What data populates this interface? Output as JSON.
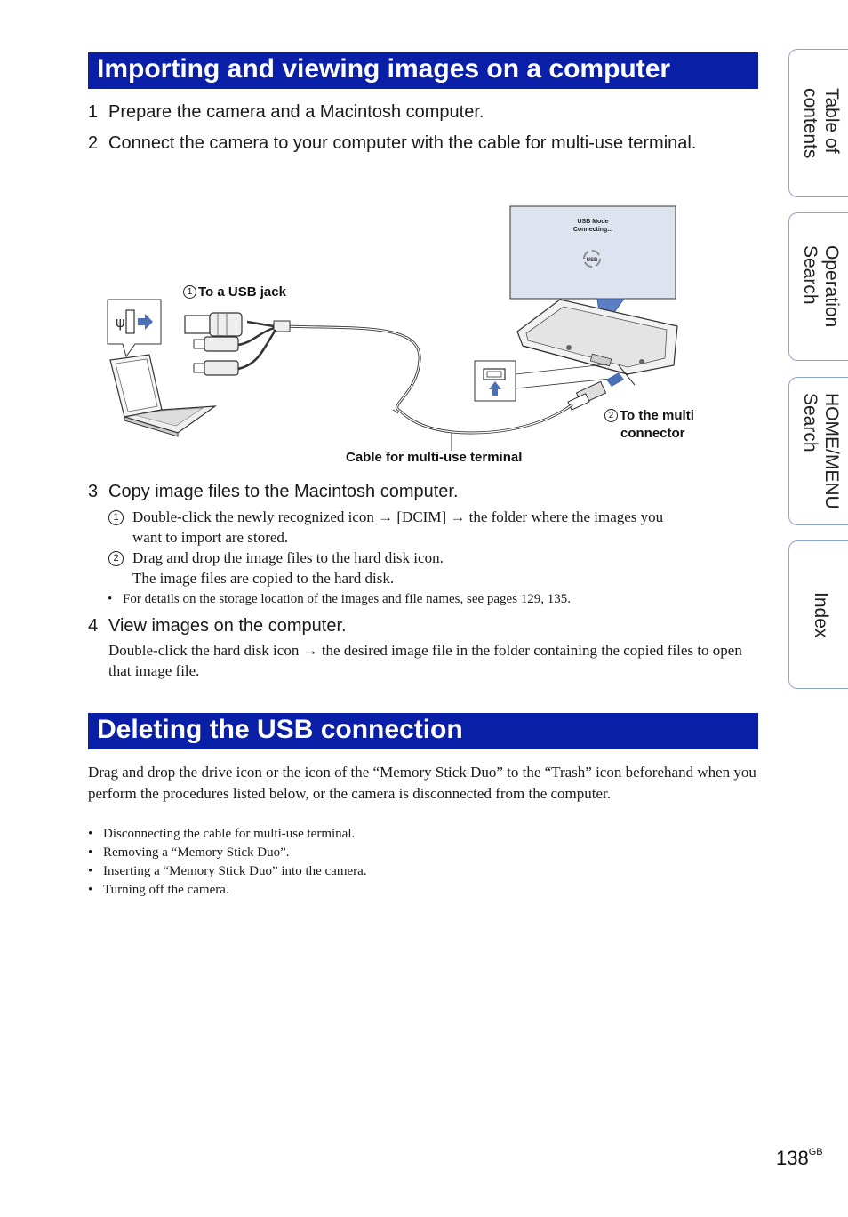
{
  "section1": {
    "title": "Importing and viewing images on a computer",
    "steps": [
      {
        "num": "1",
        "text": "Prepare the camera and a Macintosh computer."
      },
      {
        "num": "2",
        "text": "Connect the camera to your computer with the cable for multi-use terminal."
      },
      {
        "num": "3",
        "text": "Copy image files to the Macintosh computer."
      },
      {
        "num": "4",
        "text": "View images on the computer."
      }
    ],
    "step3_subs": [
      {
        "mark": "1",
        "line1": "Double-click the newly recognized icon → [DCIM] → the folder where the images you",
        "line2": "want to import are stored."
      },
      {
        "mark": "2",
        "line1": "Drag and drop the image files to the hard disk icon.",
        "line2": "The image files are copied to the hard disk."
      }
    ],
    "step3_note": "For details on the storage location of the images and file names, see pages 129, 135.",
    "step4_text": "Double-click the hard disk icon → the desired image file in the folder containing the copied files to open that image file."
  },
  "diagram": {
    "screen_line1": "USB Mode",
    "screen_line2": "Connecting...",
    "usb_badge": "USB",
    "label_usb_mark": "1",
    "label_usb": "To a USB jack",
    "label_multi_mark": "2",
    "label_multi_line1": "To the multi",
    "label_multi_line2": "connector",
    "label_cable": "Cable for multi-use terminal"
  },
  "section2": {
    "title": "Deleting the USB connection",
    "paragraph": "Drag and drop the drive icon or the icon of the “Memory Stick Duo” to the “Trash” icon beforehand when you perform the procedures listed below, or the camera is disconnected from the computer.",
    "bullets": [
      "Disconnecting the cable for multi-use terminal.",
      "Removing a “Memory Stick Duo”.",
      "Inserting a “Memory Stick Duo” into the camera.",
      "Turning off the camera."
    ]
  },
  "side_tabs": [
    {
      "label": "Table of\ncontents"
    },
    {
      "label": "Operation\nSearch"
    },
    {
      "label": "HOME/MENU\nSearch"
    },
    {
      "label": "Index"
    }
  ],
  "page": {
    "number": "138",
    "suffix": "GB"
  },
  "colors": {
    "section_bar": "#0a1fa8",
    "tab_border": "#8fa4c9",
    "diagram_arrow": "#4a6fb5"
  }
}
